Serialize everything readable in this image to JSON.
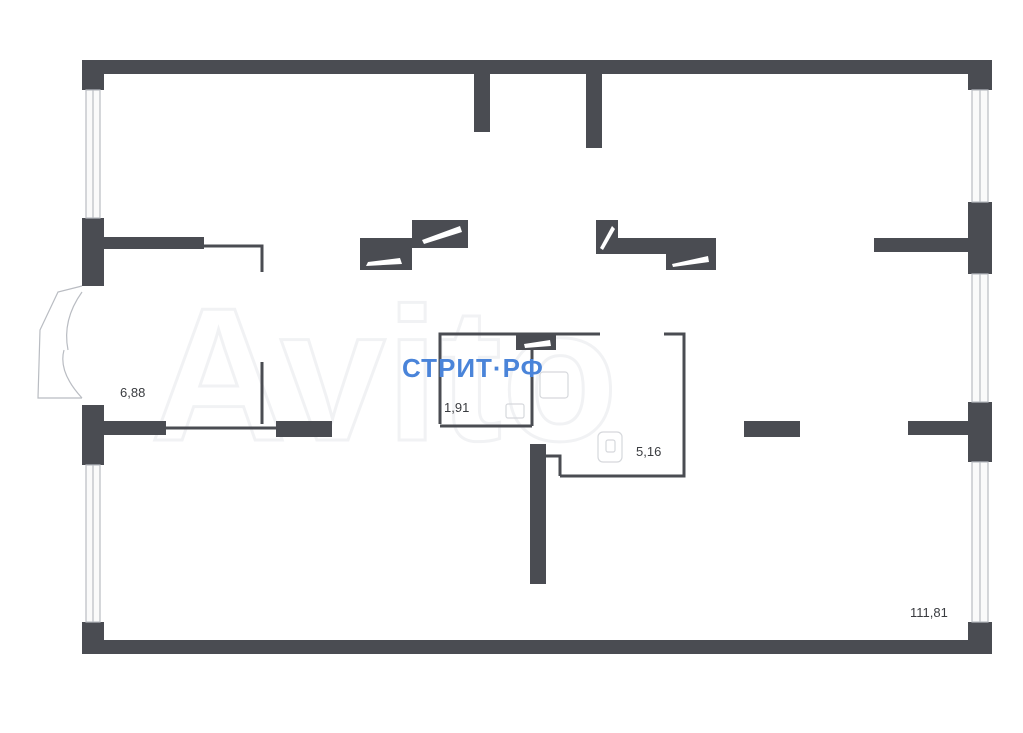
{
  "plan": {
    "watermark_text": "Avito",
    "brand_text": "СТРИТ·РФ",
    "rooms": [
      {
        "id": "entry",
        "area": "6,88"
      },
      {
        "id": "bathroom",
        "area": "1,91"
      },
      {
        "id": "storage",
        "area": "5,16"
      },
      {
        "id": "main-hall",
        "area": "111,81"
      }
    ]
  },
  "colors": {
    "wall": "#4a4c52",
    "brand": "#4a84d9",
    "window": "#b9bcc2",
    "background": "#ffffff"
  }
}
